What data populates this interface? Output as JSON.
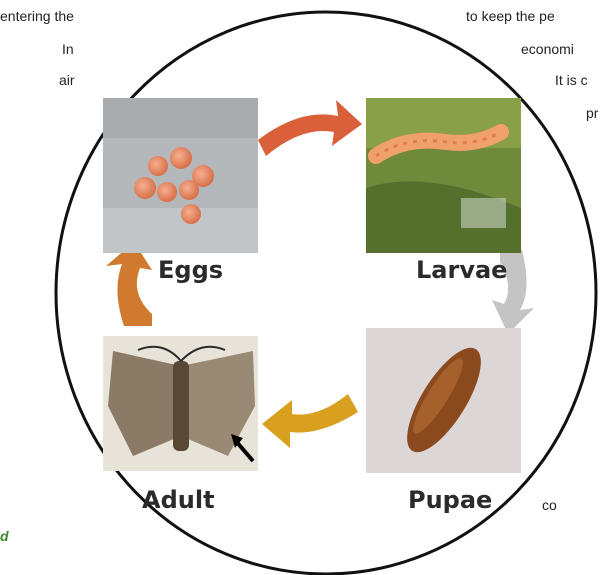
{
  "side_text": {
    "left_line1": "entering the",
    "left_line2": "In",
    "left_line3": "air",
    "left_bottom": "d",
    "right_line1": "to keep the pe",
    "right_line2": "economi",
    "right_line3": "It is c",
    "right_line4": "pr",
    "right_bottom": "co"
  },
  "stages": {
    "eggs": "Eggs",
    "larvae": "Larvae",
    "pupae": "Pupae",
    "adult": "Adult"
  },
  "colors": {
    "arrow_eggs_to_larvae": "#d9603a",
    "arrow_larvae_to_pupae": "#c4c4c4",
    "arrow_pupae_to_adult": "#d9a020",
    "arrow_adult_to_eggs": "#d07a30",
    "circle_outline": "#111111"
  }
}
